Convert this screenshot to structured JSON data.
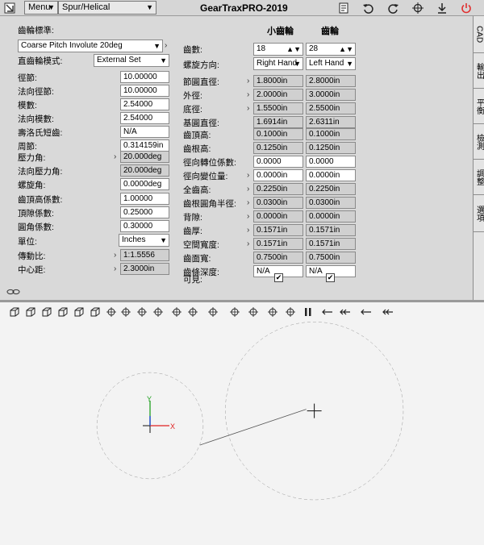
{
  "titlebar": {
    "menu_label": "Menu",
    "gear_type": "Spur/Helical",
    "app_title": "GearTraxPRO-2019"
  },
  "sidetabs": [
    "CAD",
    "輸出",
    "平衡",
    "檢測",
    "調整",
    "選項"
  ],
  "left": {
    "standard_label": "齒輪標準:",
    "standard_value": "Coarse Pitch Involute 20deg",
    "mode_label": "直齒輪模式:",
    "mode_value": "External Set",
    "rows1": [
      {
        "label": "徑節:",
        "value": "10.00000"
      },
      {
        "label": "法向徑節:",
        "value": "10.00000"
      },
      {
        "label": "模數:",
        "value": "2.54000"
      },
      {
        "label": "法向模數:",
        "value": "2.54000"
      },
      {
        "label": "壽洛氏短齒:",
        "value": "N/A"
      },
      {
        "label": "周節:",
        "value": "0.314159in"
      }
    ],
    "rows2": [
      {
        "label": "壓力角:",
        "value": "20.000deg"
      },
      {
        "label": "法向壓力角:",
        "value": "20.000deg"
      },
      {
        "label": "螺旋角:",
        "value": "0.0000deg"
      }
    ],
    "rows3": [
      {
        "label": "齒頂高係數:",
        "value": "1.00000"
      },
      {
        "label": "頂隙係數:",
        "value": "0.25000"
      },
      {
        "label": "圓角係數:",
        "value": "0.30000"
      }
    ],
    "unit_label": "單位:",
    "unit_value": "Inches",
    "ratio_label": "傳動比:",
    "ratio_value": "1:1.5556",
    "center_label": "中心距:",
    "center_value": "2.3000in"
  },
  "right": {
    "pinion_header": "小齒輪",
    "gear_header": "齒輪",
    "teeth_label": "齒數:",
    "teeth": [
      "18",
      "28"
    ],
    "hand_label": "螺旋方向:",
    "hand": [
      "Right Hand",
      "Left Hand"
    ],
    "group1": [
      {
        "label": "節圓直徑:",
        "p": "1.8000in",
        "g": "2.8000in"
      },
      {
        "label": "外徑:",
        "p": "2.0000in",
        "g": "3.0000in"
      },
      {
        "label": "底徑:",
        "p": "1.5500in",
        "g": "2.5500in"
      },
      {
        "label": "基圓直徑:",
        "p": "1.6914in",
        "g": "2.6311in"
      }
    ],
    "group2": [
      {
        "label": "齒頂高:",
        "p": "0.1000in",
        "g": "0.1000in"
      },
      {
        "label": "齒根高:",
        "p": "0.1250in",
        "g": "0.1250in"
      },
      {
        "label": "徑向轉位係數:",
        "p": "0.0000",
        "g": "0.0000"
      },
      {
        "label": "徑向變位量:",
        "p": "0.0000in",
        "g": "0.0000in"
      }
    ],
    "group3": [
      {
        "label": "全齒高:",
        "p": "0.2250in",
        "g": "0.2250in"
      },
      {
        "label": "齒根圓角半徑:",
        "p": "0.0300in",
        "g": "0.0300in"
      },
      {
        "label": "背隙:",
        "p": "0.0000in",
        "g": "0.0000in"
      },
      {
        "label": "齒厚:",
        "p": "0.1571in",
        "g": "0.1571in"
      },
      {
        "label": "空間寬度:",
        "p": "0.1571in",
        "g": "0.1571in"
      },
      {
        "label": "齒面寬:",
        "p": "0.7500in",
        "g": "0.7500in"
      },
      {
        "label": "齒條深度:",
        "p": "N/A",
        "g": "N/A"
      }
    ],
    "visible_label": "可見:"
  },
  "viewer": {
    "x_axis_label": "X",
    "y_axis_label": "Y",
    "pinion_color": "#2a2aa8",
    "gear_color": "#c02626"
  }
}
